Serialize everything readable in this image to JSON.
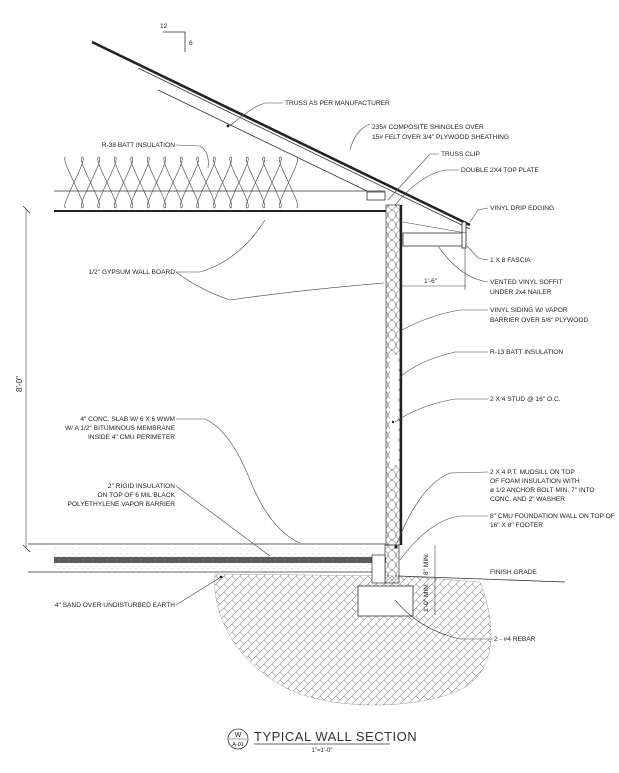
{
  "pitch": {
    "run": "12",
    "rise": "6"
  },
  "labels": {
    "truss": "TRUSS AS PER MANUFACTURER",
    "shingles": [
      "235# COMPOSITE SHINGLES OVER",
      "15# FELT OVER 3/4\" PLYWOOD SHEATHING"
    ],
    "r38": "R-38 BATT INSULATION",
    "truss_clip": "TRUSS CLIP",
    "top_plate": "DOUBLE 2X4 TOP PLATE",
    "drip_edge": "VINYL DRIP EDGING",
    "fascia": "1 X 8 FASCIA",
    "soffit": [
      "VENTED VINYL SOFFIT",
      "UNDER 2x4 NAILER"
    ],
    "siding": [
      "VINYL SIDING W/ VAPOR",
      "BARRIER OVER 5/8\" PLYWOOD"
    ],
    "r13": "R-13 BATT INSULATION",
    "stud": "2 X 4 STUD @ 16\" O.C.",
    "mudsill": [
      "2 X 4 P.T. MUDSILL ON TOP",
      "OF FOAM INSULATION WITH",
      "ø 1/2 ANCHOR BOLT MIN. 7\" INTO",
      "CONC. AND 2\" WASHER"
    ],
    "cmu": [
      "8\" CMU FOUNDATION WALL ON TOP OF",
      "16\" X 8\" FOOTER"
    ],
    "finish_grade": "FINISH GRADE",
    "rebar": "2 - #4 REBAR",
    "gypsum": "1/2\" GYPSUM WALL BOARD",
    "slab": [
      "4\" CONC. SLAB W/ 6 X 6 WWM",
      "W/ A 1/2\" BITUMINOUS MEMBRANE",
      "INSIDE 4\" CMU PERIMETER"
    ],
    "rigid": [
      "2\" RIGID INSULATION",
      "ON TOP OF 6 MIL BLACK",
      "POLYETHYLENE VAPOR BARRIER"
    ],
    "sand": "4\" SAND OVER UNDISTURBED EARTH"
  },
  "dimensions": {
    "wall_height": "8'-0\"",
    "overhang": "1'-6\"",
    "stem_min": "8\" MIN.",
    "footer_min": "1'-0\" MIN."
  },
  "title_block": {
    "detail": "W",
    "sheet": "A-01",
    "title": "TYPICAL WALL SECTION",
    "scale": "1\"=1'-0\""
  }
}
